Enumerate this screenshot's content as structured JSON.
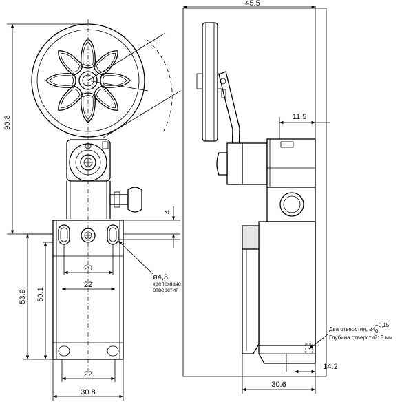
{
  "dimensions": {
    "width_total": "45.5",
    "height_total": "90.8",
    "offset_small": "11.5",
    "step": "4",
    "hole_spacing": "20",
    "width_22_upper": "22",
    "height_body_53_9": "53.9",
    "height_body_50_1": "50.1",
    "width_22_lower": "22",
    "width_base": "30.8",
    "side_width": "30.6",
    "side_offset": "14.2"
  },
  "notes": {
    "mount_hole_diameter": "ø4,3",
    "mount_hole_label_1": "крепежные",
    "mount_hole_label_2": "отверстия",
    "holes_line_1": "Два отверстия, ø4",
    "holes_tolerance": "+0,15",
    "holes_tolerance_lower": "0",
    "holes_line_2": "Глубина отверстий: 5 мм"
  }
}
